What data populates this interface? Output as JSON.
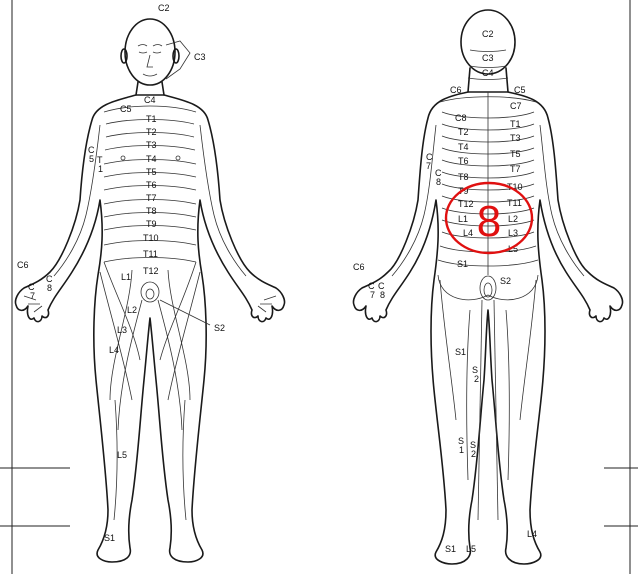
{
  "front": {
    "labels": {
      "C2": "C2",
      "C3": "C3",
      "C4": "C4",
      "C5": "C5",
      "C6": "C6",
      "C7": "C7",
      "C8": "C8",
      "T1": "T1",
      "T2": "T2",
      "T3": "T3",
      "T4": "T4",
      "T5": "T5",
      "T6": "T6",
      "T7": "T7",
      "T8": "T8",
      "T9": "T9",
      "T10": "T10",
      "T11": "T11",
      "T12": "T12",
      "L1": "L1",
      "L2": "L2",
      "L3": "L3",
      "L4": "L4",
      "L5": "L5",
      "S1": "S1",
      "S2": "S2",
      "C5_side": "C",
      "C5_side2": "5",
      "T1_side": "T",
      "T1_side2": "1",
      "C8_hand": "C",
      "C8_hand2": "8",
      "C7_hand": "C",
      "C7_hand2": "7"
    }
  },
  "back": {
    "labels": {
      "C2": "C2",
      "C3": "C3",
      "C4": "C4",
      "C5": "C5",
      "C6": "C6",
      "C7": "C7",
      "C8": "C8",
      "T1": "T1",
      "T2": "T2",
      "T3": "T3",
      "T4": "T4",
      "T5": "T5",
      "T6": "T6",
      "T7": "T7",
      "T8": "T8",
      "T9": "T9",
      "T10": "T10",
      "T11": "T11",
      "T12": "T12",
      "L1": "L1",
      "L2": "L2",
      "L3": "L3",
      "L4": "L4",
      "L5": "L5",
      "S1": "S1",
      "S2": "S2",
      "C7_side": "C",
      "C7_side2": "7",
      "C8_side": "C",
      "C8_side2": "8",
      "hand_C": "C",
      "hand_7": "7",
      "hand_C2": "C",
      "hand_8": "8",
      "S1_leg": "S1",
      "S2_leg": "S",
      "S2_leg2": "2",
      "S1_calf": "S",
      "S1_calf2": "1",
      "S2_calf": "S",
      "S2_calf2": "2",
      "S1_foot": "S1",
      "L4_foot": "L4",
      "L5_foot": "L5"
    }
  },
  "annotation": {
    "marker_number": "8",
    "marker_color": "#e01010"
  }
}
